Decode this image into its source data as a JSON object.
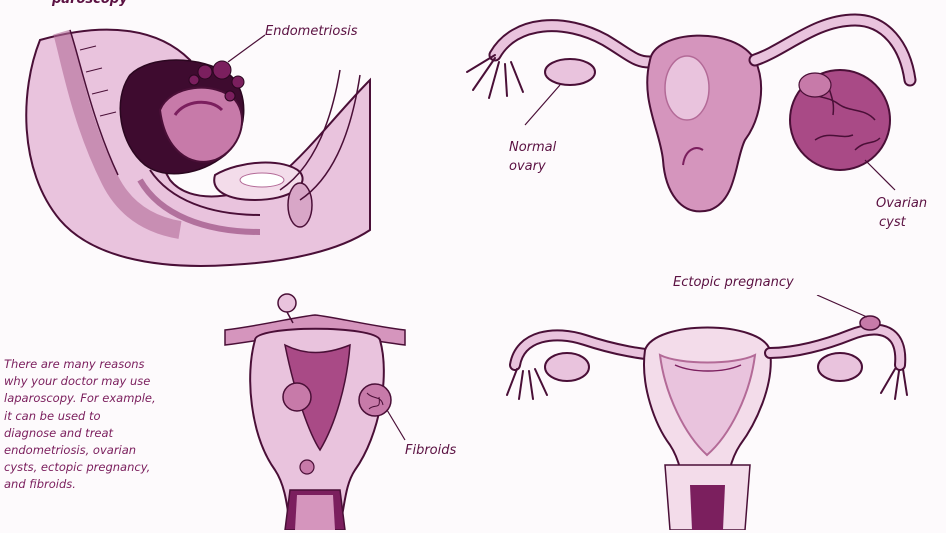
{
  "title_fragment": "paroscopy",
  "labels": {
    "endometriosis": "Endometriosis",
    "normal_ovary_line1": "Normal",
    "normal_ovary_line2": "ovary",
    "ovarian_cyst_line1": "Ovarian",
    "ovarian_cyst_line2": "cyst",
    "ectopic_pregnancy": "Ectopic pregnancy",
    "fibroids": "Fibroids"
  },
  "caption_lines": [
    "There are many reasons",
    "why your doctor may use",
    "laparoscopy. For example,",
    "it can be used to",
    "diagnose and treat",
    "endometriosis, ovarian",
    "cysts, ectopic pregnancy,",
    "and fibroids."
  ],
  "colors": {
    "tissue_light": "#e9c3dd",
    "tissue_mid": "#c77aa9",
    "tissue_dark": "#7b1f5e",
    "outline": "#4a0f37",
    "text": "#5b1142"
  }
}
